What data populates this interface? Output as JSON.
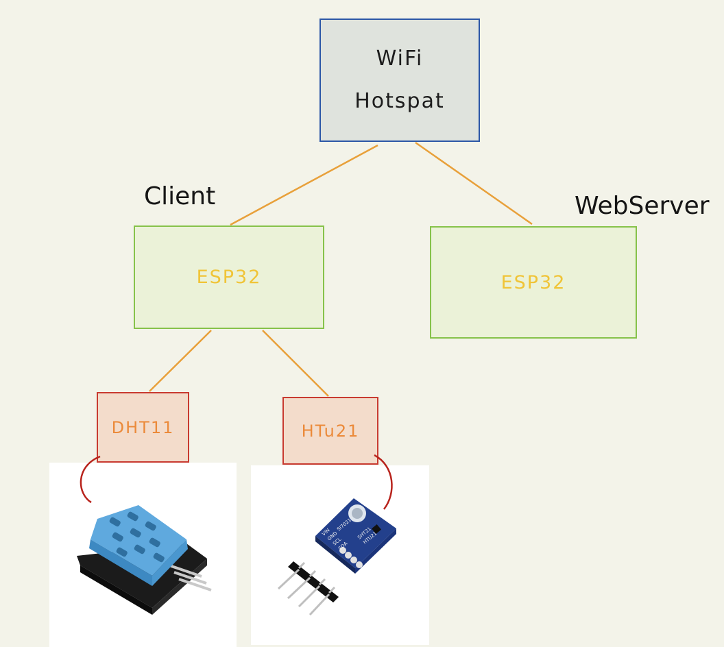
{
  "hotspot": {
    "label": "WiFi\nHotspat"
  },
  "client": {
    "role_label": "Client",
    "board_label": "ESP32"
  },
  "server": {
    "role_label": "WebServer",
    "board_label": "ESP32"
  },
  "sensors": [
    {
      "label": "DHT11",
      "icon": "dht11-sensor-photo"
    },
    {
      "label": "HTu21",
      "icon": "htu21-sensor-photo"
    }
  ],
  "photo_text": {
    "htu_pins": [
      "VIN",
      "GND",
      "SCL",
      "SDA"
    ],
    "htu_chip": [
      "SI7021",
      "SHT21",
      "HTU21"
    ]
  },
  "colors": {
    "background": "#f3f3e9",
    "hotspot_border": "#2b56a6",
    "hotspot_fill": "#dfe3dd",
    "esp_border": "#86c24a",
    "esp_fill": "#ebf2d8",
    "esp_text": "#f0c437",
    "sensor_border": "#c83a30",
    "sensor_fill": "#f3dccb",
    "sensor_text": "#eb8a3a",
    "connector": "#e8a03a",
    "callout": "#b8231c"
  }
}
